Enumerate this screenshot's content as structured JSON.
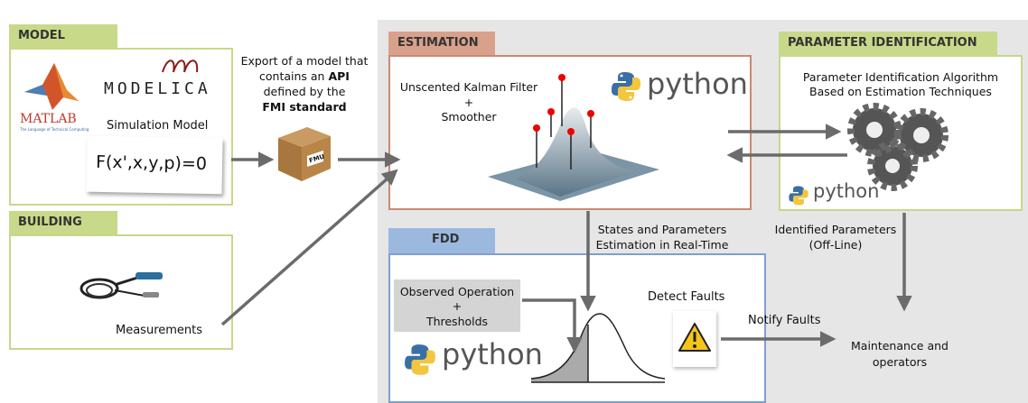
{
  "model": {
    "tab": "MODEL",
    "matlab_logo": "MATLAB",
    "matlab_tagline": "The Language of Technical Computing",
    "modelica_logo": "MODELICA",
    "sim_label": "Simulation Model",
    "equation": "F(x',x,y,p)=0"
  },
  "building": {
    "tab": "BUILDING",
    "measurements": "Measurements"
  },
  "export": {
    "line1": "Export of a model that",
    "line2_pre": "contains an ",
    "line2_bold": "API",
    "line3": "defined by the",
    "line4": "FMI standard",
    "box_label": "FMU"
  },
  "estimation": {
    "tab": "ESTIMATION",
    "line1": "Unscented Kalman Filter",
    "line2": "+",
    "line3": "Smoother",
    "python": "python"
  },
  "param": {
    "tab": "PARAMETER IDENTIFICATION",
    "line1": "Parameter Identification Algorithm",
    "line2": "Based on Estimation Techniques",
    "python": "python"
  },
  "fdd": {
    "tab": "FDD",
    "obs1": "Observed Operation",
    "obs2": "+",
    "obs3": "Thresholds",
    "detect": "Detect Faults",
    "python": "python"
  },
  "flow": {
    "states1": "States and Parameters",
    "states2": "Estimation in Real-Time",
    "ident1": "Identified Parameters",
    "ident2": "(Off-Line)",
    "notify": "Notify Faults",
    "maint1": "Maintenance and",
    "maint2": "operators"
  },
  "colors": {
    "green": "#c9d98a",
    "green_border": "#c6d88a",
    "orange_tab": "#d9a08c",
    "orange_border": "#c98a72",
    "blue_tab": "#9bb8df",
    "blue_border": "#7f9fcf",
    "gray_bg": "#e6e6e6",
    "arrow": "#6b6b6b"
  },
  "icons": [
    "matlab-logo-icon",
    "modelica-logo-icon",
    "fmu-box-icon",
    "python-logo-icon",
    "gears-icon",
    "sensor-cable-icon",
    "warning-icon",
    "gaussian-surface-icon",
    "bell-curve-icon"
  ]
}
